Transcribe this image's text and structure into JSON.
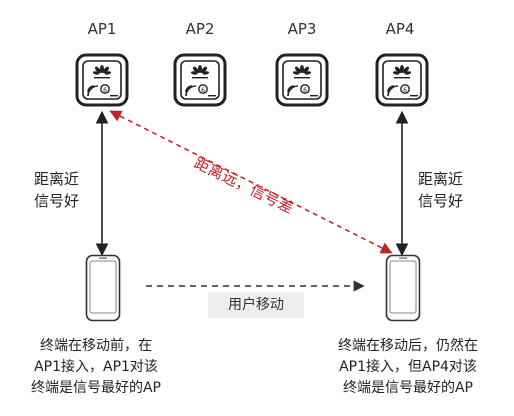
{
  "aps": [
    {
      "label": "AP1",
      "brand": "HUAWEI"
    },
    {
      "label": "AP2",
      "brand": "HUAWEI"
    },
    {
      "label": "AP3",
      "brand": "HUAWEI"
    },
    {
      "label": "AP4",
      "brand": "HUAWEI"
    }
  ],
  "left_signal": [
    "距离近",
    "信号好"
  ],
  "right_signal": [
    "距离近",
    "信号好"
  ],
  "far_signal": "距离远，信号差",
  "move_label": "用户移动",
  "before_note": [
    "终端在移动前，在",
    "AP1接入，AP1对该",
    "终端是信号最好的AP"
  ],
  "after_note": [
    "终端在移动后，仍然在",
    "AP1接入，但AP4对该",
    "终端是信号最好的AP"
  ],
  "colors": {
    "far_line": "#c0222a",
    "solid_line": "#222222",
    "move_line": "#333333"
  }
}
